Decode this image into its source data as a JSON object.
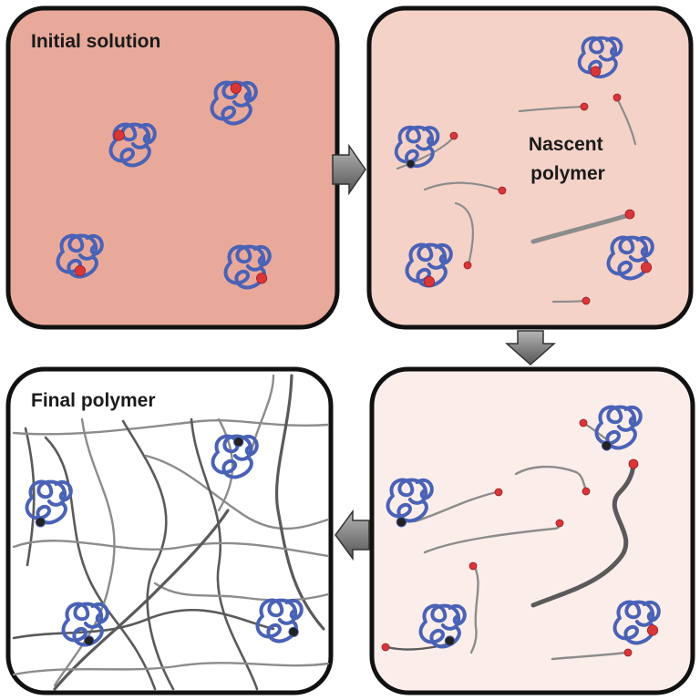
{
  "panels": [
    {
      "id": "initial",
      "label_lines": [
        "Initial solution"
      ],
      "fill": "#e8a99b"
    },
    {
      "id": "nascent",
      "label_lines": [
        "Nascent",
        "polymer"
      ],
      "fill": "#f4d2c8"
    },
    {
      "id": "intermediate",
      "label_lines": [],
      "fill": "#fbeeea"
    },
    {
      "id": "final",
      "label_lines": [
        "Final polymer"
      ],
      "fill": "#ffffff"
    }
  ],
  "colors": {
    "border": "#111111",
    "coil": "#4a62b6",
    "active_site": "#d9363a",
    "dormant_site": "#222222",
    "chain_light": "#8c8c8c",
    "chain_dark": "#5a5a5a",
    "arrow_fill": "#7f7f7f"
  },
  "arrows": [
    {
      "from": "initial",
      "to": "nascent",
      "direction": "right"
    },
    {
      "from": "nascent",
      "to": "intermediate",
      "direction": "down"
    },
    {
      "from": "intermediate",
      "to": "final",
      "direction": "left"
    }
  ]
}
